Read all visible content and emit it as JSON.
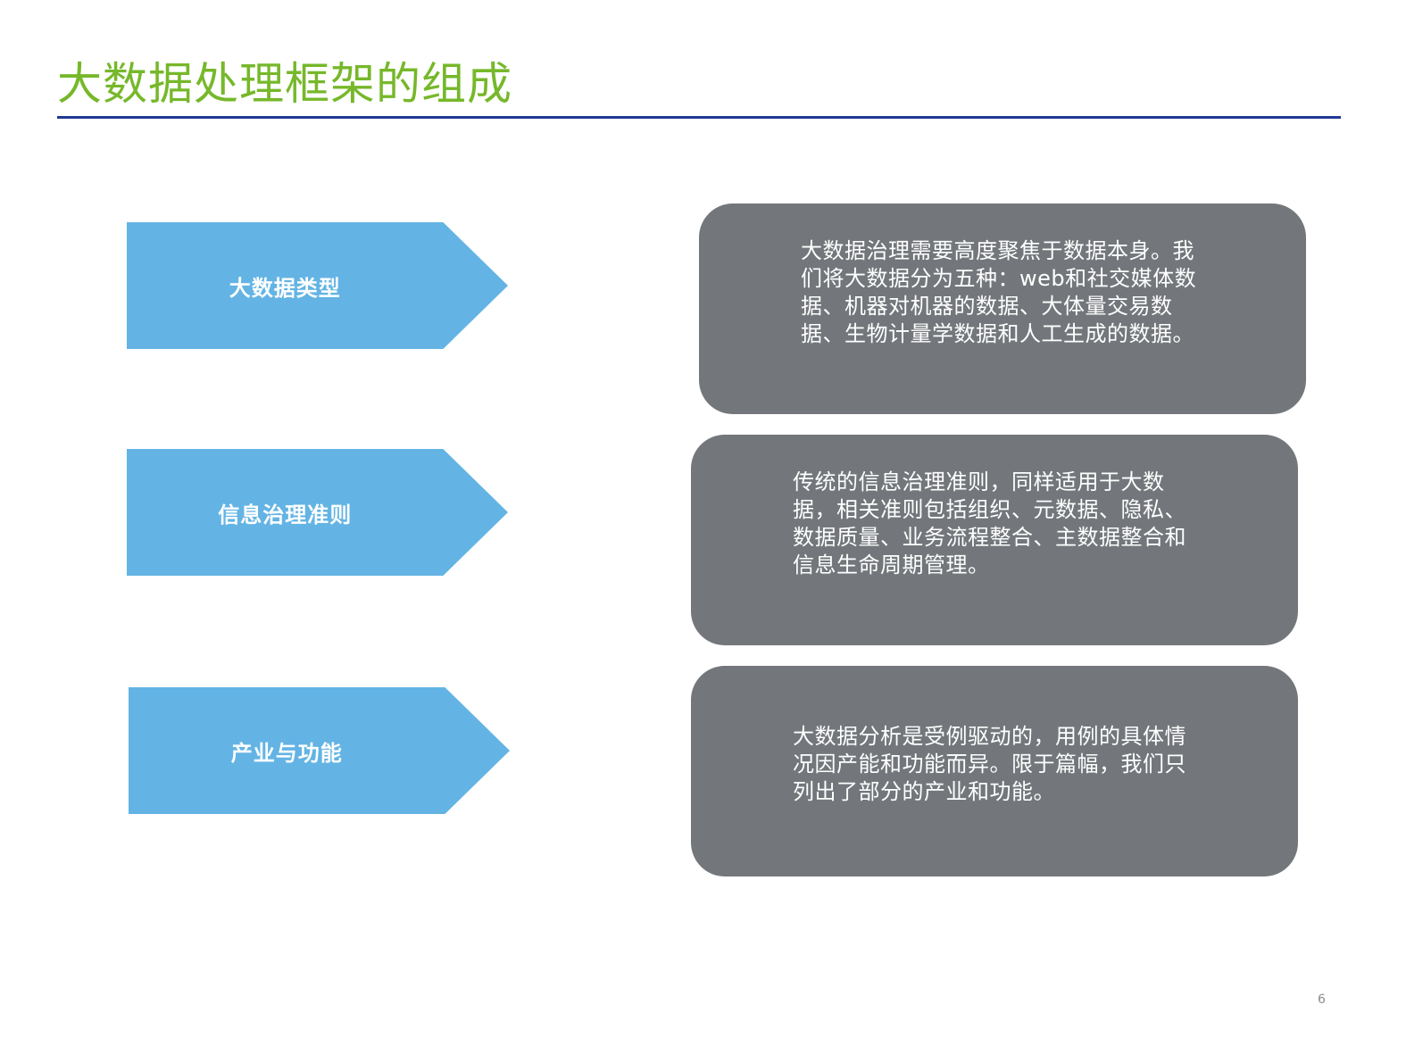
{
  "slide": {
    "title": "大数据处理框架的组成",
    "page_number": "6"
  },
  "rows": [
    {
      "label": "大数据类型",
      "description": "大数据治理需要高度聚焦于数据本身。我们将大数据分为五种：web和社交媒体数据、机器对机器的数据、大体量交易数据、生物计量学数据和人工生成的数据。"
    },
    {
      "label": "信息治理准则",
      "description": "传统的信息治理准则，同样适用于大数据，相关准则包括组织、元数据、隐私、数据质量、业务流程整合、主数据整合和信息生命周期管理。"
    },
    {
      "label": "产业与功能",
      "description": "大数据分析是受例驱动的，用例的具体情况因产能和功能而异。限于篇幅，我们只列出了部分的产业和功能。"
    }
  ],
  "colors": {
    "title": "#76b82a",
    "rule": "#1f3a93",
    "arrow": "#63b4e4",
    "box": "#73777b"
  }
}
